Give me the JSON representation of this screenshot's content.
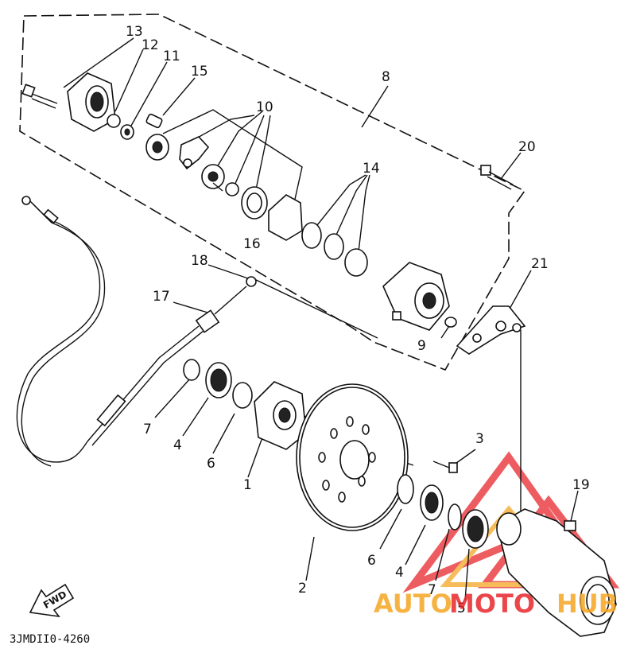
{
  "diagram": {
    "code": "3JMDII0-4260",
    "fwd_label": "FWD",
    "callouts": [
      {
        "id": "13",
        "text": "13"
      },
      {
        "id": "12",
        "text": "12"
      },
      {
        "id": "11",
        "text": "11"
      },
      {
        "id": "15",
        "text": "15"
      },
      {
        "id": "10",
        "text": "10"
      },
      {
        "id": "8",
        "text": "8"
      },
      {
        "id": "20",
        "text": "20"
      },
      {
        "id": "14",
        "text": "14"
      },
      {
        "id": "16",
        "text": "16"
      },
      {
        "id": "18",
        "text": "18"
      },
      {
        "id": "17",
        "text": "17"
      },
      {
        "id": "21",
        "text": "21"
      },
      {
        "id": "9",
        "text": "9"
      },
      {
        "id": "7a",
        "text": "7"
      },
      {
        "id": "4a",
        "text": "4"
      },
      {
        "id": "6a",
        "text": "6"
      },
      {
        "id": "1",
        "text": "1"
      },
      {
        "id": "3",
        "text": "3"
      },
      {
        "id": "19",
        "text": "19"
      },
      {
        "id": "2",
        "text": "2"
      },
      {
        "id": "6b",
        "text": "6"
      },
      {
        "id": "4b",
        "text": "4"
      },
      {
        "id": "7b",
        "text": "7"
      },
      {
        "id": "5",
        "text": "5"
      }
    ]
  },
  "watermark": {
    "part1": "AUTO",
    "part2": "MOTO",
    "part3": "HUB",
    "color_orange": "#f5a623",
    "color_red": "#e8262b"
  }
}
